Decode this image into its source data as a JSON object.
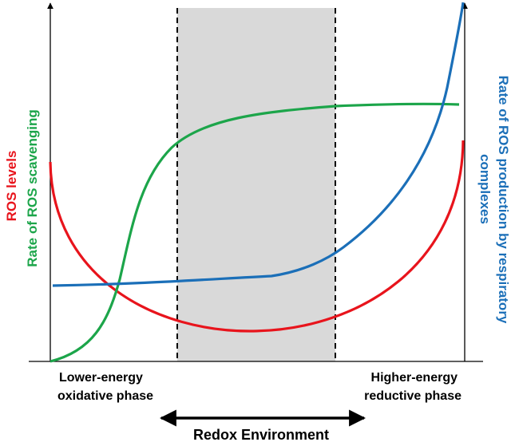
{
  "labels": {
    "left_axis_red": "ROS levels",
    "left_axis_green": "Rate of ROS scavenging",
    "right_axis_line1": "Rate of ROS production by respiratory",
    "right_axis_line2": "complexes",
    "x_left_line1": "Lower-energy",
    "x_left_line2": "oxidative phase",
    "x_right_line1": "Higher-energy",
    "x_right_line2": "reductive phase",
    "bottom_title": "Redox Environment"
  },
  "colors": {
    "ros_levels": "#e8141c",
    "scavenging": "#1ca54a",
    "production": "#1b6fb8",
    "shade": "#d9d9d9",
    "axis": "#000000"
  }
}
